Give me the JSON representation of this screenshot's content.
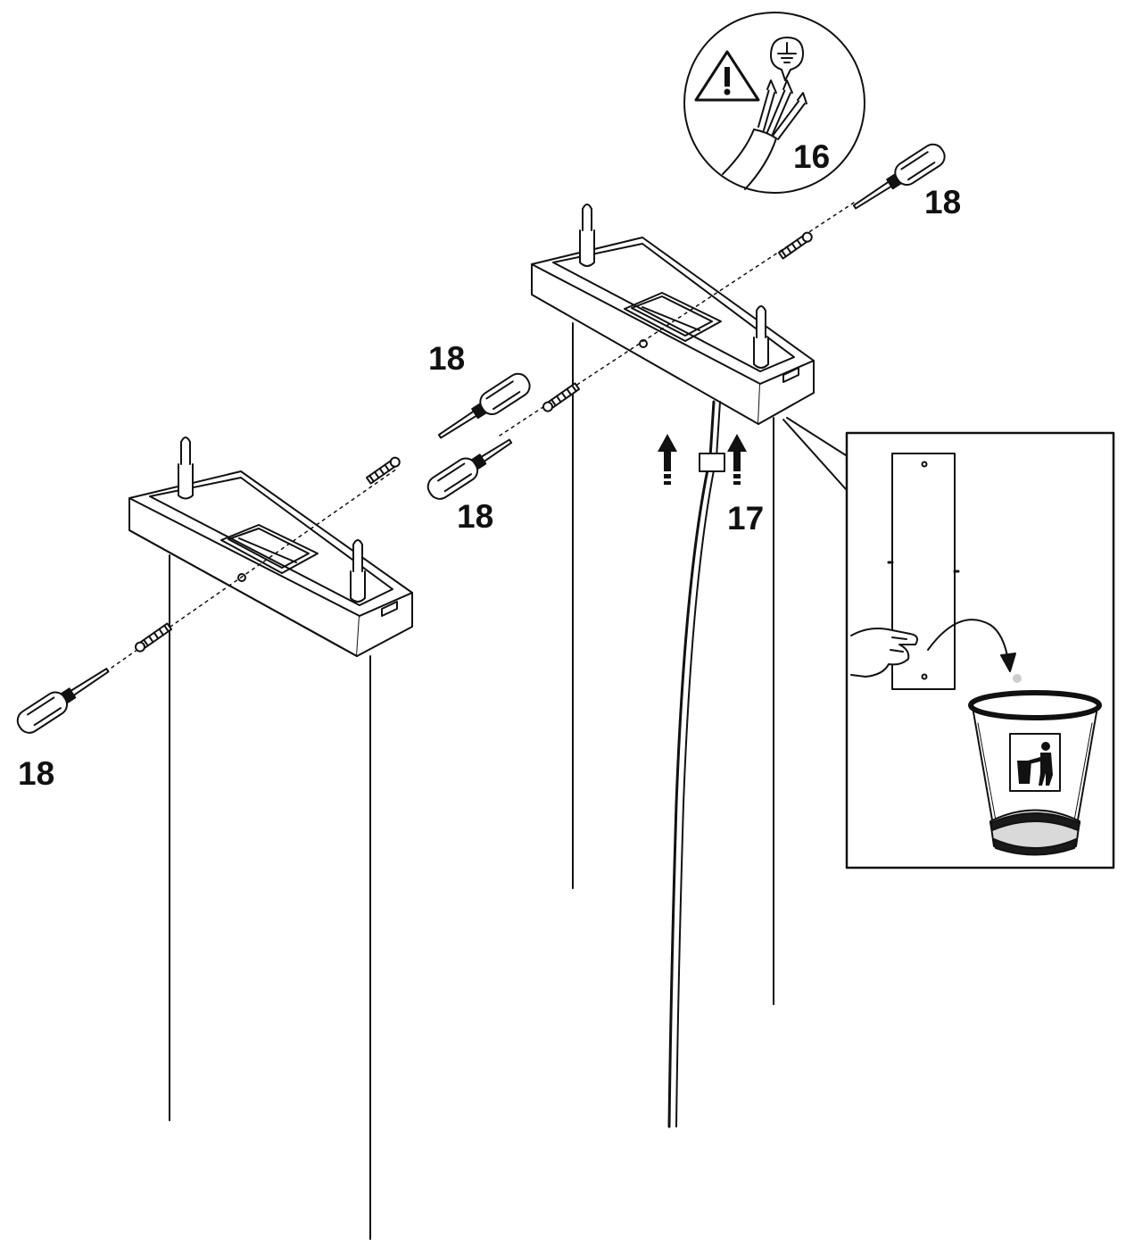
{
  "labels": {
    "wire_callout": "16",
    "cable_gland": "17",
    "screw_right_top": "18",
    "screw_mid_upper": "18",
    "screw_mid_lower": "18",
    "screw_left_bottom": "18"
  },
  "icons": {
    "warning": "warning-triangle-icon",
    "ground": "ground-symbol-icon",
    "recycle": "person-bin-disposal-icon"
  },
  "colors": {
    "ink": "#111111",
    "paper": "#ffffff",
    "bin_rim": "#1a1a1a",
    "bin_bottom": "#d9d9d9"
  }
}
